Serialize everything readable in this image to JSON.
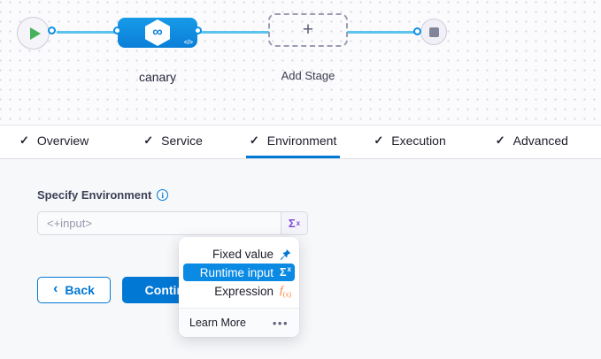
{
  "icons": {
    "check": "✓",
    "plus": "+",
    "code": "</>",
    "canary_infinity": "∞",
    "info": "i",
    "dots": "•••",
    "back_chevron": "‹",
    "sigma": "Σ",
    "sigma_sup": "x",
    "fx_f": "f",
    "fx_sub": "(x)"
  },
  "pipeline": {
    "stage_name": "canary",
    "add_stage_label": "Add Stage"
  },
  "tabs": [
    {
      "label": "Overview",
      "checked": true,
      "active": false
    },
    {
      "label": "Service",
      "checked": true,
      "active": false
    },
    {
      "label": "Environment",
      "checked": true,
      "active": true
    },
    {
      "label": "Execution",
      "checked": true,
      "active": false
    },
    {
      "label": "Advanced",
      "checked": true,
      "active": false
    }
  ],
  "form": {
    "label": "Specify Environment",
    "input_value": "<+input>"
  },
  "buttons": {
    "back": "Back",
    "continue": "Continue"
  },
  "dropdown": {
    "items": [
      {
        "label": "Fixed value",
        "icon": "pin-icon",
        "selected": false
      },
      {
        "label": "Runtime input",
        "icon": "sigma-icon",
        "selected": true
      },
      {
        "label": "Expression",
        "icon": "fx-icon",
        "selected": false
      }
    ],
    "learn_more": "Learn More"
  },
  "colors": {
    "accent_blue": "#0278d5",
    "stage_node_blue": "#0b85dc",
    "selected_row_blue": "#0b8ae4",
    "connector_line_blue": "#5ac3ee",
    "runtime_sigma_purple": "#7d4bd6",
    "expression_orange": "#ff7a2f",
    "play_green": "#47b25c"
  }
}
